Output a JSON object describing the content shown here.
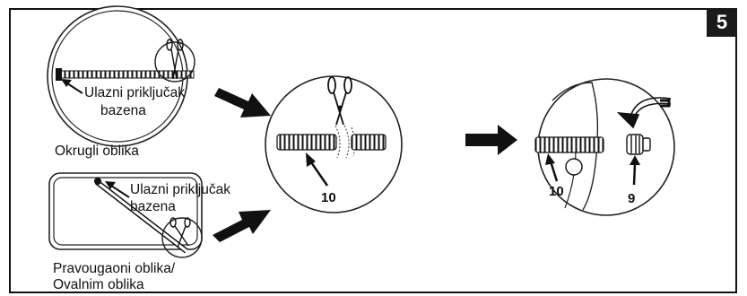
{
  "step": {
    "number": "5"
  },
  "round_pool": {
    "inlet_label_line1": "Ulazni priključak",
    "inlet_label_line2": "bazena",
    "shape_caption": "Okrugli oblika"
  },
  "rect_pool": {
    "inlet_label_line1": "Ulazni priključak",
    "inlet_label_line2": "bazena",
    "shape_caption_line1": "Pravougaoni oblika/",
    "shape_caption_line2": "Ovalnim oblika"
  },
  "cut_detail": {
    "hose_callout": "10"
  },
  "connect_detail": {
    "hose_callout": "10",
    "adapter_callout": "9"
  }
}
